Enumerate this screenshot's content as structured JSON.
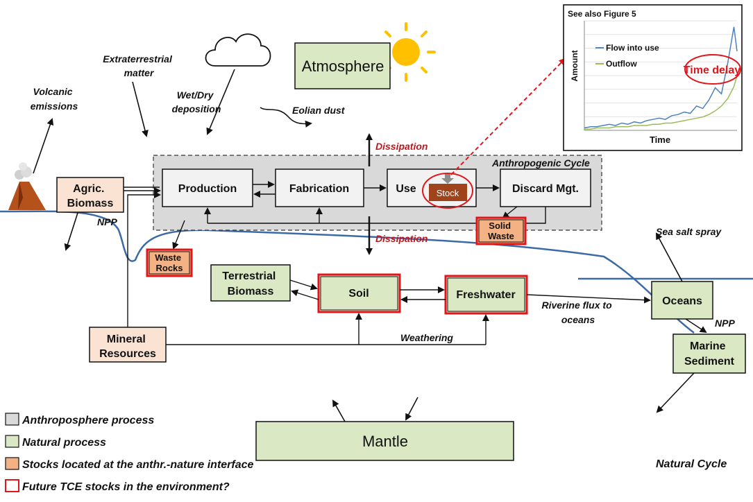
{
  "colors": {
    "natural": "#dbe8c4",
    "anthro_box": "#f2f2f2",
    "anthro_cycle": "#d9d9d9",
    "interface": "#f4b183",
    "resource": "#fbe3d4",
    "future_stock_border": "#e3151b",
    "dissipation_red": "#c0161b",
    "land_line": "#3c6aa6",
    "stock_fill": "#a0431a",
    "sun": "#ffc000",
    "flow_series": "#4f81bd",
    "outflow_series": "#9bbb59"
  },
  "labels": {
    "volcanic": [
      "Volcanic",
      "emissions"
    ],
    "extraterrestrial": [
      "Extraterrestrial",
      "matter"
    ],
    "wet_dry": [
      "Wet/Dry",
      "deposition"
    ],
    "eolian": "Eolian dust",
    "npp_land": "NPP",
    "npp_ocean": "NPP",
    "dissipation_top": "Dissipation",
    "dissipation_bottom": "Dissipation",
    "anthropogenic_cycle": "Anthropogenic Cycle",
    "sea_salt": "Sea salt spray",
    "riverine": [
      "Riverine flux to",
      "oceans"
    ],
    "weathering": "Weathering",
    "natural_cycle": "Natural Cycle"
  },
  "boxes": {
    "atmosphere": "Atmosphere",
    "agric_biomass": [
      "Agric.",
      "Biomass"
    ],
    "production": "Production",
    "fabrication": "Fabrication",
    "use": "Use",
    "stock": "Stock",
    "discard": "Discard Mgt.",
    "solid_waste": [
      "Solid",
      "Waste"
    ],
    "waste_rocks": [
      "Waste",
      "Rocks"
    ],
    "terrestrial_biomass": [
      "Terrestrial",
      "Biomass"
    ],
    "soil": "Soil",
    "freshwater": "Freshwater",
    "oceans": "Oceans",
    "marine_sediment": [
      "Marine",
      "Sediment"
    ],
    "mineral_resources": [
      "Mineral",
      "Resources"
    ],
    "mantle": "Mantle"
  },
  "legend": [
    {
      "label": "Anthroposphere process",
      "swatch": "anthro"
    },
    {
      "label": "Natural process",
      "swatch": "natural"
    },
    {
      "label": "Stocks located at the anthr.-nature interface",
      "swatch": "interface"
    },
    {
      "label": "Future TCE stocks in the environment?",
      "swatch": "future"
    }
  ],
  "inset": {
    "header": "See also Figure 5",
    "xlabel": "Time",
    "ylabel": "Amount",
    "annotation": "Time delay"
  },
  "chart_data": {
    "type": "line",
    "title": "",
    "xlabel": "Time",
    "ylabel": "Amount",
    "grid": true,
    "legend_position": "top-left",
    "x": [
      1,
      3,
      5,
      7,
      9,
      11,
      13,
      15,
      17,
      19,
      21,
      23,
      25,
      27,
      29,
      31,
      33,
      35,
      37,
      39,
      41,
      43,
      45,
      47,
      49,
      50
    ],
    "series": [
      {
        "name": "Flow into use",
        "color": "#4f81bd",
        "values": [
          2,
          3,
          3,
          4,
          5,
          4,
          6,
          5,
          7,
          6,
          8,
          9,
          10,
          9,
          12,
          13,
          15,
          14,
          20,
          18,
          25,
          35,
          30,
          55,
          85,
          65
        ]
      },
      {
        "name": "Outflow",
        "color": "#9bbb59",
        "values": [
          1,
          1,
          2,
          2,
          2,
          3,
          3,
          3,
          4,
          4,
          4,
          5,
          5,
          6,
          6,
          7,
          8,
          9,
          10,
          11,
          13,
          16,
          20,
          26,
          36,
          45
        ]
      }
    ],
    "ylim": [
      0,
      90
    ]
  }
}
